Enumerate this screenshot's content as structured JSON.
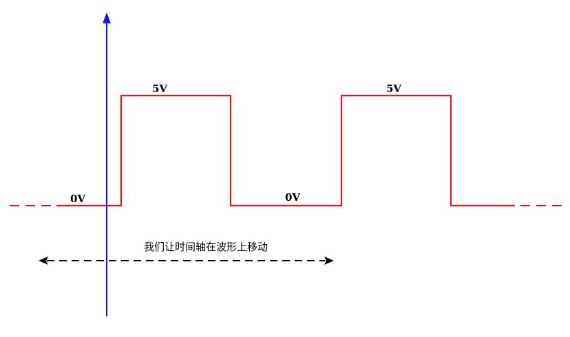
{
  "labels": {
    "high_1": "5V",
    "high_2": "5V",
    "low_1": "0V",
    "low_2": "0V"
  },
  "caption": "我们让时间轴在波形上移动",
  "colors": {
    "waveform": "#e8141b",
    "axis": "#1a1ae6",
    "arrow": "#000000"
  }
}
